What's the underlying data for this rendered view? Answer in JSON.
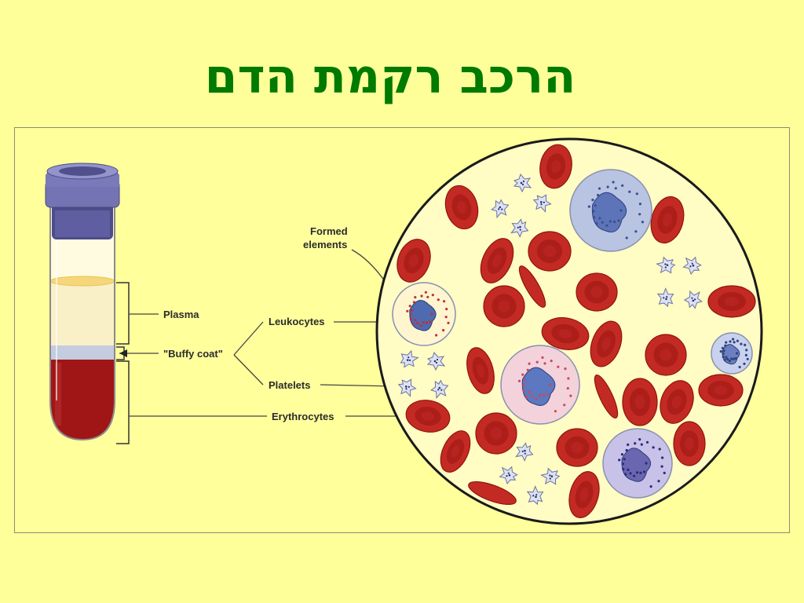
{
  "title": "הרכב רקמת הדם",
  "labels": {
    "formed_elements_line1": "Formed",
    "formed_elements_line2": "elements",
    "plasma": "Plasma",
    "buffy_coat": "\"Buffy coat\"",
    "leukocytes": "Leukocytes",
    "platelets": "Platelets",
    "erythrocytes": "Erythrocytes"
  },
  "colors": {
    "title": "#007a00",
    "background": "#ffff99",
    "plasma": "#faf0c8",
    "buffy_coat": "#c4cce0",
    "blood": "#a01616",
    "cap": "#6a6aa8",
    "rbc": "#c42a24",
    "wbc": "#b8c4e2"
  }
}
